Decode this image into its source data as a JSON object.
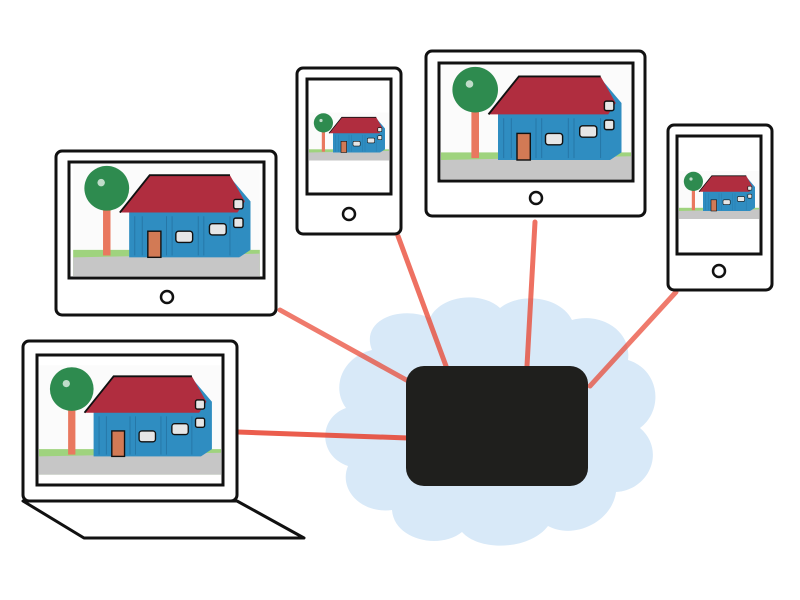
{
  "colors": {
    "background": "#ffffff",
    "cloud_fill": "#d8e9f8",
    "hub_fill": "#1f1f1d",
    "connection_line": "#e8412e",
    "device_outline": "#111111",
    "sky": "#fbfbfb",
    "roof": "#b02d3f",
    "wall": "#2f8dc1",
    "tree": "#2e8b4f",
    "trunk": "#e9785f",
    "door": "#d27a55",
    "road": "#c6c6c6",
    "grass": "#9fd37e"
  },
  "diagram": {
    "hub": {
      "name": "central-hub",
      "icon": "hub-box",
      "label": ""
    },
    "network": {
      "name": "cloud",
      "icon": "cloud"
    },
    "devices": [
      {
        "name": "laptop",
        "icon": "laptop-icon",
        "screen_image": "house-drawing"
      },
      {
        "name": "monitor-left",
        "icon": "monitor-icon",
        "screen_image": "house-drawing"
      },
      {
        "name": "tablet-small",
        "icon": "tablet-icon",
        "screen_image": "house-drawing"
      },
      {
        "name": "monitor-top",
        "icon": "monitor-icon",
        "screen_image": "house-drawing"
      },
      {
        "name": "phone-right",
        "icon": "phone-icon",
        "screen_image": "house-drawing"
      }
    ]
  }
}
